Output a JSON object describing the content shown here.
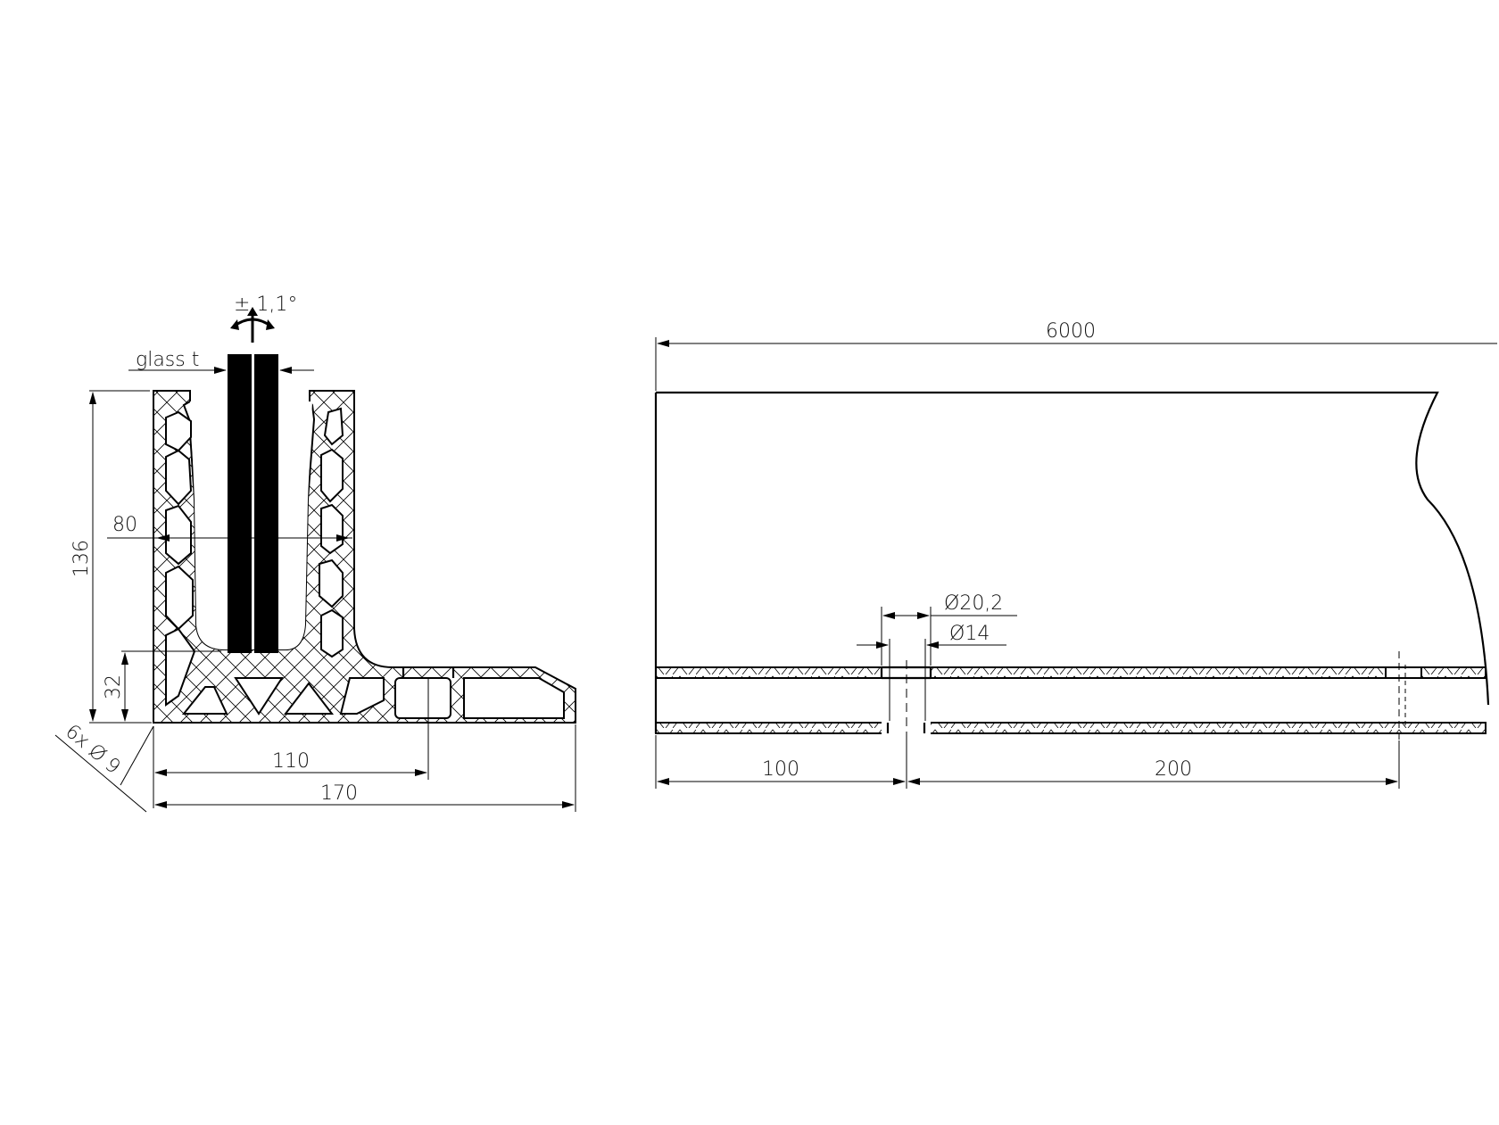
{
  "drawing": {
    "title": "Glass balustrade base profile",
    "section_view": {
      "labels": {
        "tilt": "± 1,1°",
        "glass": "glass t",
        "height_total": "136",
        "height_base": "32",
        "channel_width": "80",
        "hole_note_count": "6x",
        "hole_note_symbol": "Ø",
        "hole_note_size": "9",
        "width_to_glass": "110",
        "width_total": "170"
      }
    },
    "side_view": {
      "labels": {
        "length": "6000",
        "hole_outer": "Ø20,2",
        "hole_inner": "Ø14",
        "first_hole_offset": "100",
        "hole_spacing": "200"
      }
    },
    "colors": {
      "line": "#000000",
      "background": "#ffffff",
      "glass_fill": "#000000"
    }
  }
}
